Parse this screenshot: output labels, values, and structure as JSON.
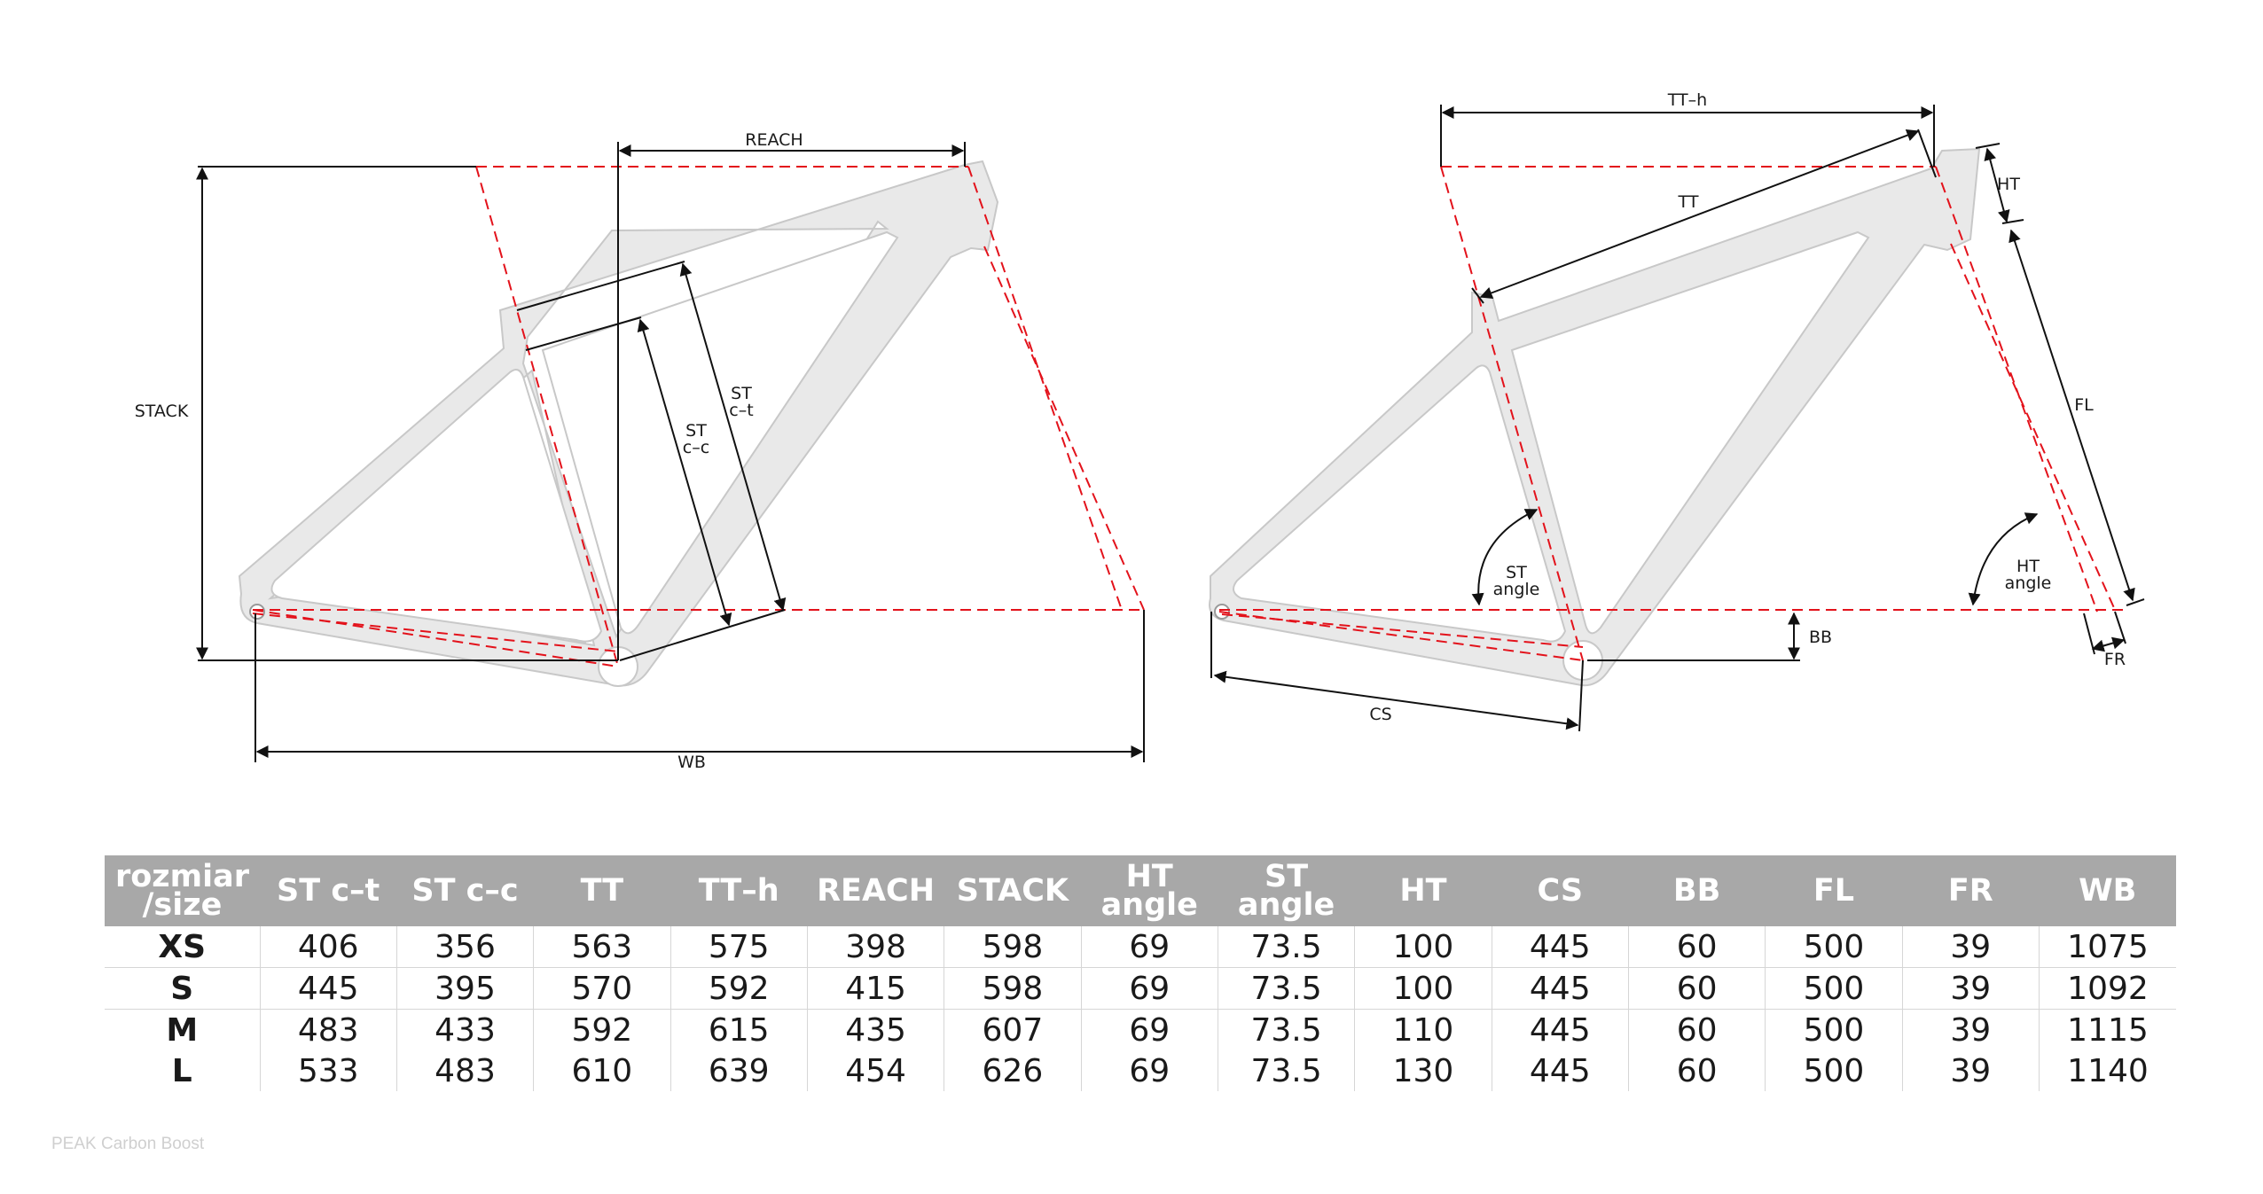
{
  "diagram": {
    "left_labels": {
      "reach": "REACH",
      "stack": "STACK",
      "st_ct": "ST\nc–t",
      "st_cc": "ST\nc–c",
      "wb": "WB"
    },
    "right_labels": {
      "tt_h": "TT–h",
      "tt": "TT",
      "ht": "HT",
      "fl": "FL",
      "st_angle": "ST\nangle",
      "ht_angle": "HT\nangle",
      "bb": "BB",
      "fr": "FR",
      "cs": "CS"
    },
    "colors": {
      "frame_fill": "#e9e9e9",
      "frame_stroke": "#c8c8c8",
      "dimension_line": "#111111",
      "reference_dash": "#e3121b",
      "table_header": "#a8a8a8"
    }
  },
  "table": {
    "headers": [
      "rozmiar\n/size",
      "ST c–t",
      "ST c–c",
      "TT",
      "TT–h",
      "REACH",
      "STACK",
      "HT\nangle",
      "ST\nangle",
      "HT",
      "CS",
      "BB",
      "FL",
      "FR",
      "WB"
    ],
    "rows": [
      [
        "XS",
        "406",
        "356",
        "563",
        "575",
        "398",
        "598",
        "69",
        "73.5",
        "100",
        "445",
        "60",
        "500",
        "39",
        "1075"
      ],
      [
        "S",
        "445",
        "395",
        "570",
        "592",
        "415",
        "598",
        "69",
        "73.5",
        "100",
        "445",
        "60",
        "500",
        "39",
        "1092"
      ],
      [
        "M",
        "483",
        "433",
        "592",
        "615",
        "435",
        "607",
        "69",
        "73.5",
        "110",
        "445",
        "60",
        "500",
        "39",
        "1115"
      ],
      [
        "L",
        "533",
        "483",
        "610",
        "639",
        "454",
        "626",
        "69",
        "73.5",
        "130",
        "445",
        "60",
        "500",
        "39",
        "1140"
      ]
    ]
  },
  "footer": {
    "caption": "PEAK Carbon Boost"
  }
}
